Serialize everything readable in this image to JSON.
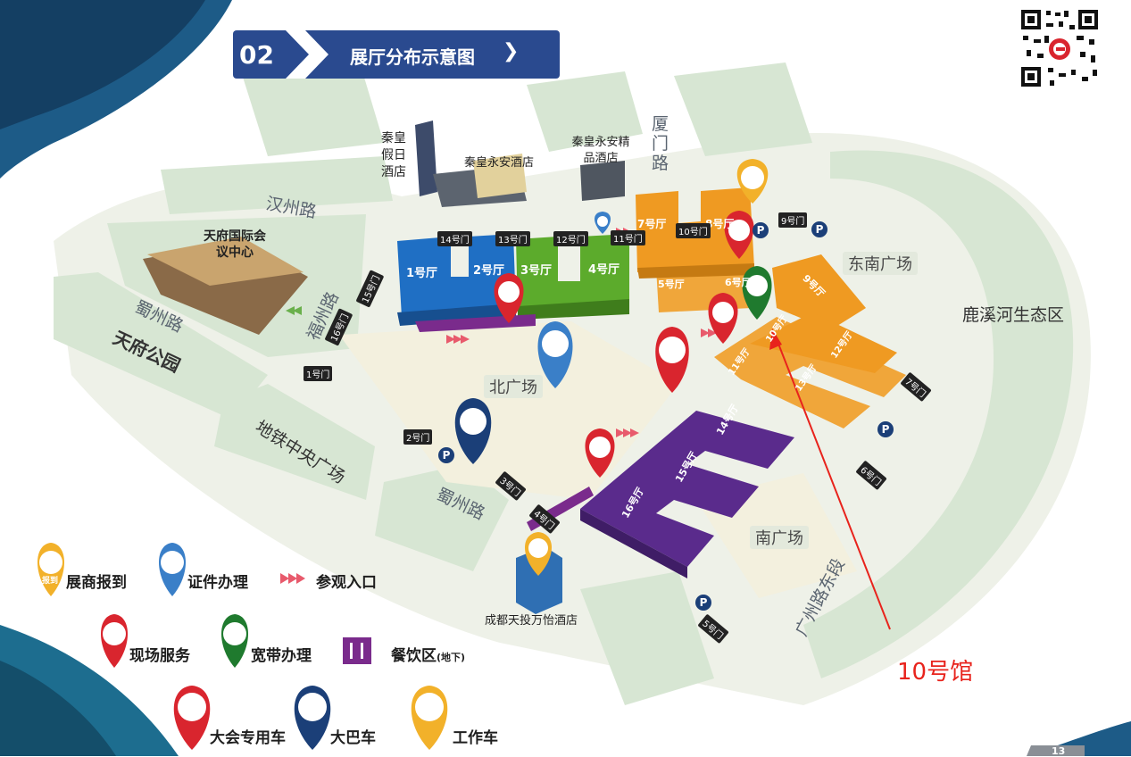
{
  "header": {
    "number": "02",
    "title": "展厅分布示意图"
  },
  "roads": {
    "hanzhou": "汉州路",
    "shuzhou_top": "蜀州路",
    "fuzhou": "福州路",
    "xiamen": "厦门路",
    "shuzhou_bottom": "蜀州路",
    "guangzhou": "广州路东段"
  },
  "areas": {
    "tianfu_park": "天府公园",
    "metro_plaza": "地铁中央广场",
    "north_plaza": "北广场",
    "south_plaza": "南广场",
    "southeast_plaza": "东南广场",
    "luxi": "鹿溪河生态区",
    "convention_center": "天府国际会议中心"
  },
  "hotels": {
    "qinhuang_holiday": "秦皇假日酒店",
    "qinhuang_yongan": "秦皇永安酒店",
    "qinhuang_boutique": "秦皇永安精品酒店",
    "wanyi": "成都天投万怡酒店"
  },
  "halls": [
    "1号厅",
    "2号厅",
    "3号厅",
    "4号厅",
    "5号厅",
    "6号厅",
    "7号厅",
    "8号厅",
    "9号厅",
    "10号厅",
    "11号厅",
    "12号厅",
    "13号厅",
    "14号厅",
    "15号厅",
    "16号厅"
  ],
  "gates": [
    "1号门",
    "2号门",
    "3号门",
    "4号门",
    "5号门",
    "6号门",
    "7号门",
    "9号门",
    "10号门",
    "11号门",
    "12号门",
    "13号门",
    "14号门",
    "15号门",
    "16号门"
  ],
  "annotation": {
    "label": "10号馆",
    "color": "#e8231c"
  },
  "legend": {
    "exhibitor_checkin": "展商报到",
    "badge": "证件办理",
    "visitor_entrance": "参观入口",
    "onsite_service": "现场服务",
    "broadband": "宽带办理",
    "dining": "餐饮区",
    "dining_sub": "(地下)",
    "vip_car": "大会专用车",
    "bus": "大巴车",
    "work_car": "工作车"
  },
  "pin_badge_text": "报到",
  "colors": {
    "blue": "#1f6fc4",
    "green": "#5cab2c",
    "orange": "#ef9a22",
    "purple": "#5a2b8c",
    "red": "#d9252e",
    "navy": "#1b3f78",
    "yellow": "#f2b12a",
    "darkgreen": "#1f7a2e"
  },
  "page_number": "13"
}
